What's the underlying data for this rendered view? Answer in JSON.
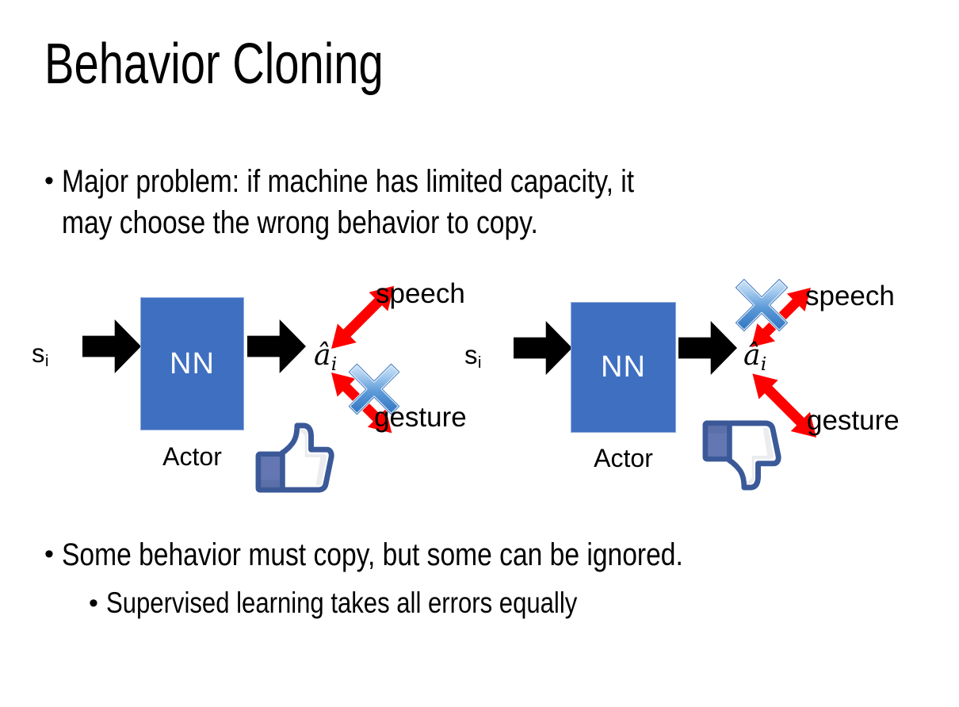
{
  "slide": {
    "title": "Behavior Cloning",
    "background_color": "#ffffff",
    "text_color": "#000000"
  },
  "bullets": [
    {
      "level": 1,
      "marker": "•",
      "text": "Major problem: if machine has limited capacity, it\nmay choose the wrong behavior to copy."
    },
    {
      "level": 1,
      "marker": "•",
      "text": "Some behavior must copy, but some can be ignored."
    },
    {
      "level": 2,
      "marker": "•",
      "text": "Supervised learning takes all errors equally"
    }
  ],
  "colors": {
    "nn_box_fill": "#3f6fc0",
    "nn_box_border": "#8faadc",
    "arrow_black": "#000000",
    "arrow_red": "#ff0000",
    "x_blue_light": "#a9cdf0",
    "x_blue_dark": "#2e74c0",
    "x_outline": "#2f6db8",
    "thumb_outline": "#3b5998",
    "thumb_cuff": "#5b6fa8",
    "thumb_fill": "#ffffff",
    "thumb_shade": "#e4e6ea"
  },
  "diagrams": [
    {
      "id": "left",
      "input_label": "s",
      "input_subscript": "i",
      "box_label": "NN",
      "box_caption": "Actor",
      "output_label": "â",
      "output_subscript": "i",
      "branches": [
        {
          "name": "speech",
          "label": "speech",
          "crossed_out": false
        },
        {
          "name": "gesture",
          "label": "gesture",
          "crossed_out": true
        }
      ],
      "feedback_icon": "thumbs-up-icon",
      "feedback_verdict": "like"
    },
    {
      "id": "right",
      "input_label": "s",
      "input_subscript": "i",
      "box_label": "NN",
      "box_caption": "Actor",
      "output_label": "â",
      "output_subscript": "i",
      "branches": [
        {
          "name": "speech",
          "label": "speech",
          "crossed_out": true
        },
        {
          "name": "gesture",
          "label": "gesture",
          "crossed_out": false
        }
      ],
      "feedback_icon": "thumbs-down-icon",
      "feedback_verdict": "dislike"
    }
  ]
}
